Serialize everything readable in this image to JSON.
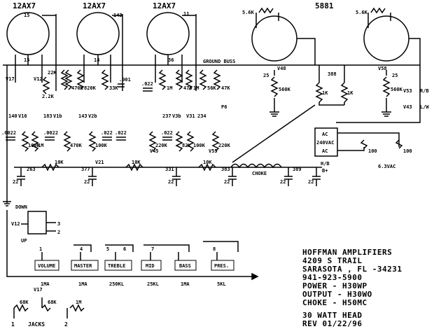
{
  "tubes": {
    "v1_label": "12AX7",
    "v2_label": "12AX7",
    "v3_label": "12AX7",
    "power_label": "5881"
  },
  "ground_buss": "GROUND BUSS",
  "node_labels": {
    "n15a": "15",
    "n15b": "15",
    "n143": "143",
    "n14": "14",
    "n11": "11",
    "n36": "36",
    "n140": "140",
    "n183": "183",
    "n143b": "143",
    "n237": "237",
    "n234": "234",
    "n25a": "25",
    "n25b": "25",
    "n388": "388",
    "n263": "263",
    "n377": "377",
    "n331": "331",
    "n383": "383",
    "n389": "389"
  },
  "tube_sockets": {
    "v17": "V17",
    "v12": "V12",
    "v16": "V16",
    "v1b": "V1b",
    "v2b": "V2b",
    "v21": "V21",
    "v3b": "V3b",
    "v31": "V31",
    "v45": "V45",
    "v55": "V55",
    "v48": "V48",
    "v58": "V58",
    "v53": "V53",
    "v43": "V43"
  },
  "components": {
    "r_22k": "22K",
    "r_2_2k": "2.2K",
    "r_470k_a": "470K",
    "r_820k": "820K",
    "r_33k": "33K",
    "c_001": ".001",
    "c_022a": ".022",
    "r_1m_a": "1M",
    "r_470_b": "470",
    "r_1m_b": "1M",
    "r_56k": "56K",
    "r_47k": "47K",
    "c_0022": ".0022",
    "r_100k_a": "100K",
    "r_1m_c": "1M",
    "r_0022b": ".0022",
    "r_470k_b": "470K",
    "r_100k_b": "100K",
    "c_022b": ".022",
    "c_022c": ".022",
    "r_220k_a": "220K",
    "c_022d": ".022",
    "r_82k": "82K",
    "r_100k_c": "100K",
    "r_220k_b": "220K",
    "r_560k_a": "560K",
    "r_1k_a": "1K",
    "r_1k_b": "1K",
    "r_560k_b": "560K",
    "r_56k_a": "5.6K",
    "r_56k_b": "5.6K",
    "r_100_a": "100",
    "r_100_b": "100",
    "r_10k_a": "10K",
    "r_10k_b": "10K",
    "r_10k_c": "10K",
    "choke": "CHOKE",
    "cap_22_1": "22",
    "cap_22_2": "22",
    "cap_22_3": "22",
    "cap_22_4": "22",
    "cap_22_5": "22",
    "cap_22_6": "22",
    "r_68k_a": "68K",
    "r_68k_b": "68K",
    "r_1m_d": "1M",
    "v17_jack": "V17"
  },
  "power_section": {
    "ac": "AC",
    "v240": "240VAC",
    "ac2": "AC",
    "hb": "H/B",
    "bplus": "B+",
    "v63": "6.3VAC",
    "rb": "R/B",
    "lw": "L/W",
    "p6": "P6"
  },
  "controls": {
    "volume": "VOLUME",
    "master": "MASTER",
    "treble": "TREBLE",
    "mid": "MID",
    "bass": "BASS",
    "pres": "PRES.",
    "vol_val": "1MA",
    "master_val": "1MA",
    "treble_val": "250KL",
    "mid_val": "25KL",
    "bass_val": "1MA",
    "pres_val": "5KL",
    "pin1": "1",
    "pin4": "4",
    "pin5": "5",
    "pin6": "6",
    "pin7": "7",
    "pin8": "8"
  },
  "switch": {
    "down": "DOWN",
    "up": "UP",
    "v12": "V12",
    "p3": "3",
    "p2": "2"
  },
  "jacks": {
    "label": "JACKS",
    "j1": "1",
    "j2": "2"
  },
  "company": {
    "name": "HOFFMAN AMPLIFIERS",
    "street": "4209 S TRAIL",
    "city": "SARASOTA , FL -34231",
    "phone": "941-923-5900",
    "power": "POWER  - H30WP",
    "output": "OUTPUT - H30WO",
    "choke": "CHOKE  - H50MC",
    "model": "30 WATT HEAD",
    "rev": "REV 01/22/96"
  }
}
